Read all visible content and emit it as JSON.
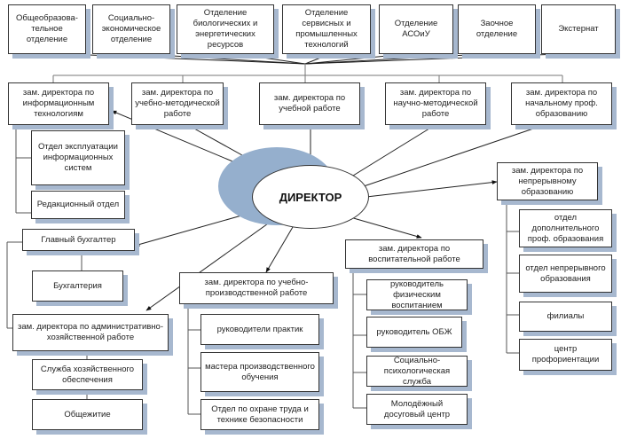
{
  "center": {
    "label": "ДИРЕКТОР"
  },
  "departments_top": [
    "Общеобразова-тельное отделение",
    "Социально-экономическое отделение",
    "Отделение биологических и энергетических ресурсов",
    "Отделение сервисных и промышленных технологий",
    "Отделение АСОиУ",
    "Заочное отделение",
    "Экстернат"
  ],
  "deputies_top": [
    "зам. директора по информационным технологиям",
    "зам. директора по учебно-методической работе",
    "зам. директора по учебной работе",
    "зам. директора по научно-методической работе",
    "зам. директора по начальному проф. образованию"
  ],
  "it_units": [
    "Отдел эксплуатации информационных систем",
    "Редакционный отдел"
  ],
  "accounting": {
    "head": "Главный бухгалтер",
    "unit": "Бухгалтерия"
  },
  "admin": {
    "head": "зам. директора по административно-хозяйственной работе",
    "units": [
      "Служба хозяйственного обеспечения",
      "Общежитие"
    ]
  },
  "production": {
    "head": "зам. директора по учебно-производственной работе",
    "units": [
      "руководители практик",
      "мастера производственного обучения",
      "Отдел по охране труда и технике безопасности"
    ]
  },
  "upbringing": {
    "head": "зам. директора по воспитательной работе",
    "units": [
      "руководитель физическим воспитанием",
      "руководитель ОБЖ",
      "Социально-психологическая служба",
      "Молодёжный досуговый центр"
    ]
  },
  "continuing": {
    "head": "зам. директора по непрерывному образованию",
    "units": [
      "отдел дополнительного проф. образования",
      "отдел непрерывного образования",
      "филиалы",
      "центр профориентации"
    ]
  },
  "colors": {
    "shadow": "#a7b8cf",
    "ellipse_shadow": "#95afcd",
    "line": "#333333"
  }
}
